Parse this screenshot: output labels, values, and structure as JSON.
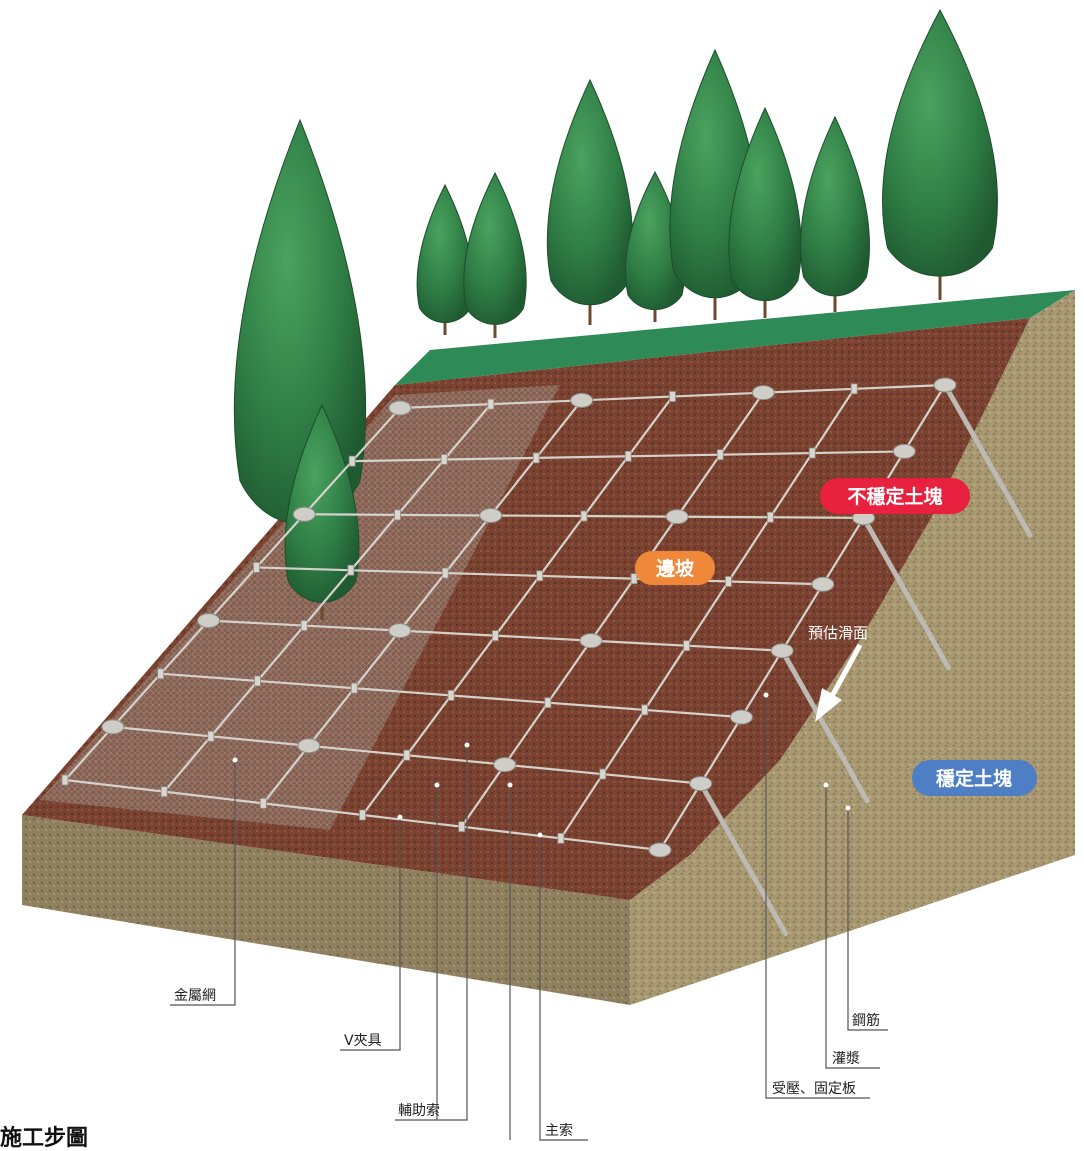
{
  "badges": {
    "unstable": "不穩定土塊",
    "slope": "邊坡",
    "stable": "穩定土塊"
  },
  "slip_surface_label": "預估滑面",
  "component_labels": {
    "wire_mesh": "金屬網",
    "v_clamp": "V夾具",
    "auxiliary_rope": "輔助索",
    "main_rope": "主索",
    "rebar": "鋼筋",
    "grout": "灌漿",
    "bearing_plate": "受壓、固定板"
  },
  "footer_title": "施工步圖",
  "colors": {
    "unstable_badge": "#e8213f",
    "slope_badge": "#f0883a",
    "stable_badge": "#4e7fc4",
    "grass": "#2e8b57",
    "brown_soil": "#7c4330",
    "tan_soil": "#a89a74"
  }
}
